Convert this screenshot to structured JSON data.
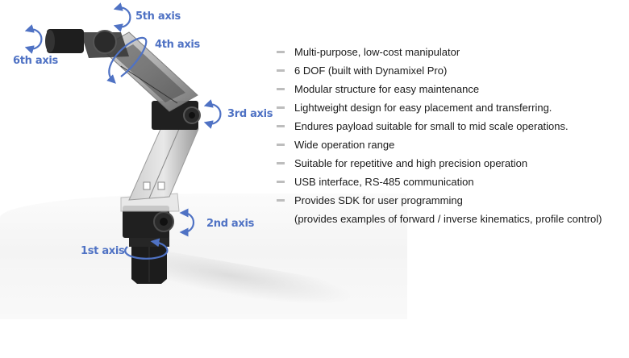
{
  "figure": {
    "axes": [
      {
        "id": "axis1",
        "label": "1st axis"
      },
      {
        "id": "axis2",
        "label": "2nd axis"
      },
      {
        "id": "axis3",
        "label": "3rd axis"
      },
      {
        "id": "axis4",
        "label": "4th axis"
      },
      {
        "id": "axis5",
        "label": "5th axis"
      },
      {
        "id": "axis6",
        "label": "6th axis"
      }
    ],
    "accent_color": "#4f72c4"
  },
  "features": {
    "items": [
      "Multi-purpose, low-cost manipulator",
      "6 DOF (built with Dynamixel Pro)",
      "Modular structure for easy maintenance",
      "Lightweight design for easy placement and transferring.",
      "Endures payload suitable for small to mid scale operations.",
      "Wide operation range",
      "Suitable for repetitive and high precision operation",
      "USB interface, RS-485 communication",
      "Provides SDK for user programming"
    ],
    "sub_note": "(provides examples of forward / inverse kinematics, profile control)"
  }
}
